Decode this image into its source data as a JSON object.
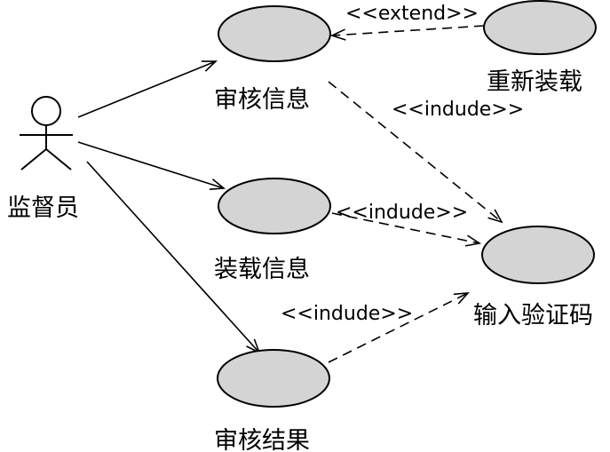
{
  "actor": {
    "name": "监督员"
  },
  "use_cases": [
    {
      "id": "review-info",
      "label": "审核信息"
    },
    {
      "id": "reload",
      "label": "重新装载"
    },
    {
      "id": "load-info",
      "label": "装载信息"
    },
    {
      "id": "enter-code",
      "label": "输入验证码"
    },
    {
      "id": "review-result",
      "label": "审核结果"
    }
  ],
  "relations": [
    {
      "id": "extend-reload-review",
      "stereotype": "<<extend>>"
    },
    {
      "id": "include-review-code",
      "stereotype": "<<indude>>"
    },
    {
      "id": "include-load-code",
      "stereotype": "<<indude>>"
    },
    {
      "id": "include-result-code",
      "stereotype": "<<indude>>"
    }
  ],
  "colors": {
    "use_case_fill": "#d4d4d4",
    "stroke": "#000000"
  }
}
